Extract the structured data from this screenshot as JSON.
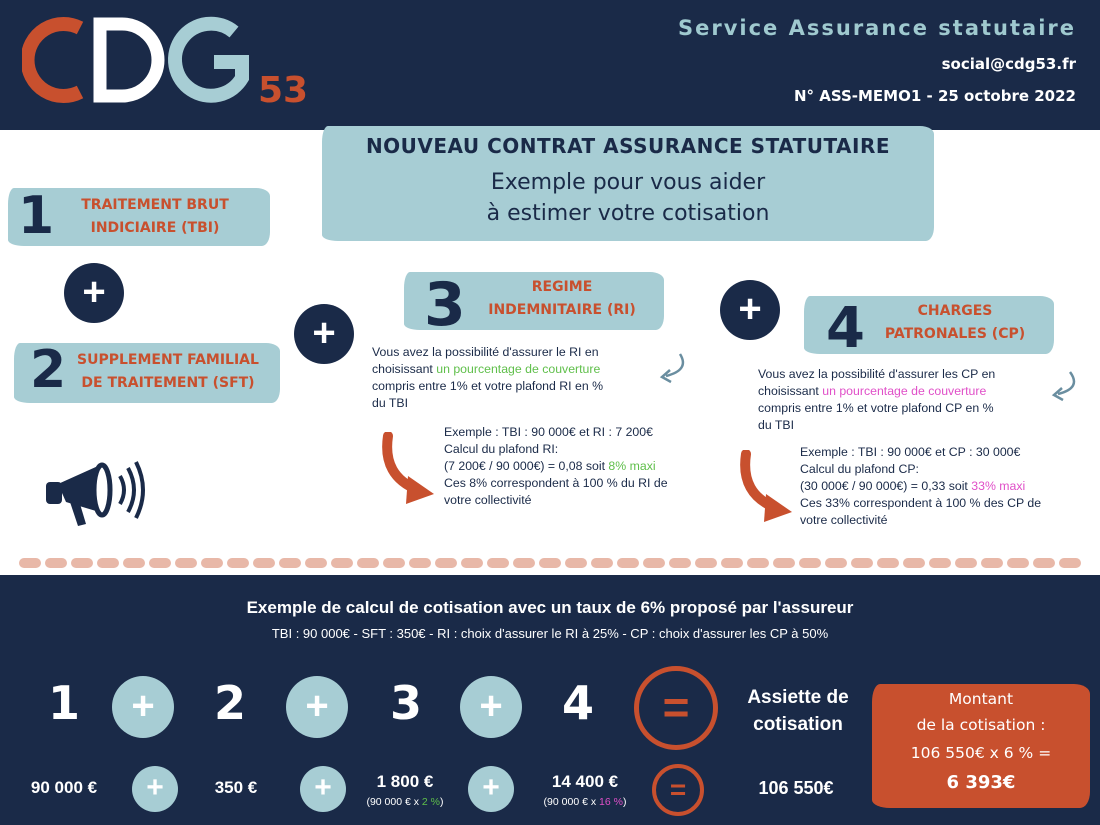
{
  "header": {
    "logo_text": "CDG",
    "logo_number": "53",
    "service": "Service Assurance statutaire",
    "email": "social@cdg53.fr",
    "memo": "N° ASS-MEMO1  - 25 octobre 2022"
  },
  "title": {
    "line1": "NOUVEAU CONTRAT ASSURANCE STATUTAIRE",
    "line2": "Exemple pour vous aider",
    "line3": "à estimer votre cotisation"
  },
  "steps": [
    {
      "num": "1",
      "label_l1": "TRAITEMENT BRUT",
      "label_l2": "INDICIAIRE (TBI)"
    },
    {
      "num": "2",
      "label_l1": "SUPPLEMENT FAMILIAL",
      "label_l2": "DE TRAITEMENT (SFT)"
    },
    {
      "num": "3",
      "label_l1": "REGIME",
      "label_l2": "INDEMNITAIRE (RI)"
    },
    {
      "num": "4",
      "label_l1": "CHARGES",
      "label_l2": "PATRONALES (CP)"
    }
  ],
  "ri": {
    "p1": "Vous avez la possibilité d'assurer le RI en",
    "p2a": "choisissant ",
    "p2b": "un pourcentage de couverture",
    "p3": "compris entre 1% et votre plafond RI en %",
    "p4": "du TBI",
    "e1": "Exemple : TBI : 90 000€ et RI : 7 200€",
    "e2": "Calcul du plafond RI:",
    "e3a": "(7 200€ / 90 000€) = 0,08 soit ",
    "e3b": "8% maxi",
    "e4": "Ces 8% correspondent à 100 % du RI de",
    "e5": "votre collectivité"
  },
  "cp": {
    "p1": "Vous avez la possibilité d'assurer les CP en",
    "p2a": "choisissant ",
    "p2b": "un pourcentage de couverture",
    "p3": "compris entre 1% et votre plafond CP en %",
    "p4": "du TBI",
    "e1": "Exemple : TBI : 90 000€ et CP : 30 000€",
    "e2": "Calcul du plafond CP:",
    "e3a": "(30 000€ / 90 000€) = 0,33 soit ",
    "e3b": "33% maxi",
    "e4": "Ces 33% correspondent à 100 % des CP de",
    "e5": "votre collectivité"
  },
  "plus_symbol": "+",
  "equals_symbol": "=",
  "calc": {
    "title": "Exemple de calcul de cotisation avec un taux de 6% proposé par l'assureur",
    "subtitle": "TBI : 90 000€  -  SFT : 350€   -   RI : choix d'assurer le RI à 25% -   CP : choix d'assurer les CP à 50%",
    "nums": [
      "1",
      "2",
      "3",
      "4"
    ],
    "v1": "90 000 €",
    "v2": "350 €",
    "v3": "1 800 €",
    "v3sub_a": "(90 000 € x ",
    "v3sub_b": "2 %",
    "v3sub_c": ")",
    "v4": "14 400 €",
    "v4sub_a": "(90 000 € x ",
    "v4sub_b": "16 %",
    "v4sub_c": ")",
    "assiette_l1": "Assiette de",
    "assiette_l2": "cotisation",
    "assiette_value": "106 550€",
    "montant_l1": "Montant",
    "montant_l2": "de la cotisation :",
    "montant_l3": "106 550€ x 6 % =",
    "montant_l4": "6 393€"
  },
  "colors": {
    "navy": "#1a2a48",
    "teal": "#a7cdd4",
    "orange": "#c8502e",
    "green": "#5fbf4a",
    "pink": "#e04fc8"
  }
}
